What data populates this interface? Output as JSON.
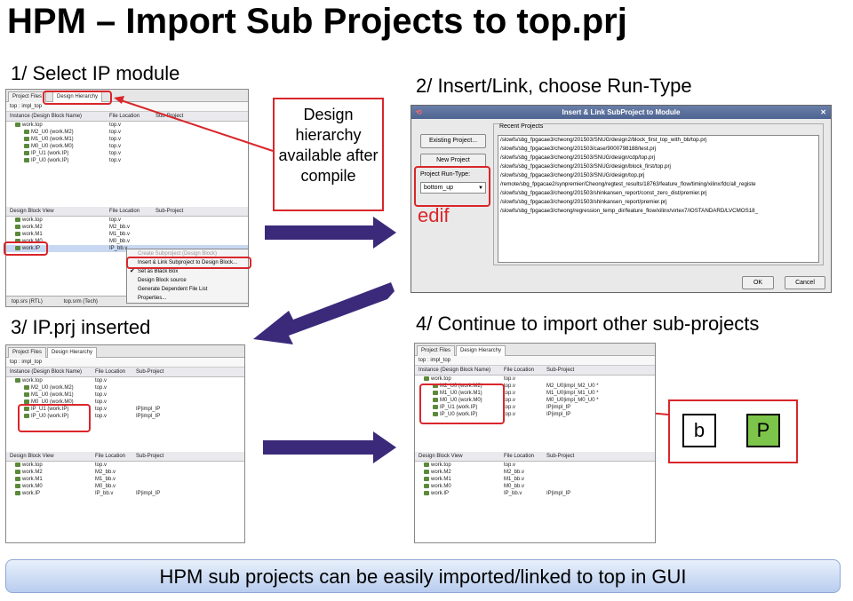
{
  "title": "HPM – Import Sub Projects to top.prj",
  "steps": {
    "s1": "1/ Select IP module",
    "s2": "2/ Insert/Link, choose Run-Type",
    "s3": "3/ IP.prj inserted",
    "s4": "4/ Continue to import other sub-projects"
  },
  "callout": "Design hierarchy available after compile",
  "edif": "edif",
  "legend": {
    "from": "b",
    "to": "P"
  },
  "banner": "HPM sub projects can be easily imported/linked to top in GUI",
  "panel": {
    "tab_files": "Project Files",
    "tab_hier": "Design Hierarchy",
    "top": "top : impl_top",
    "col_instance": "Instance (Design Block Name)",
    "col_file": "File Location",
    "col_sub": "Sub-Project",
    "col_block": "Design Block View",
    "bottom_tab1": "top.srs (RTL)",
    "bottom_tab2": "top.srm (Tech)"
  },
  "hier1": [
    {
      "name": "work.top",
      "file": "top.v",
      "sub": ""
    },
    {
      "name": "M2_U0 (work.M2)",
      "file": "top.v",
      "sub": ""
    },
    {
      "name": "M1_U0 (work.M1)",
      "file": "top.v",
      "sub": ""
    },
    {
      "name": "M0_U0 (work.M0)",
      "file": "top.v",
      "sub": ""
    },
    {
      "name": "IP_U1 (work.IP)",
      "file": "top.v",
      "sub": ""
    },
    {
      "name": "IP_U0 (work.IP)",
      "file": "top.v",
      "sub": ""
    }
  ],
  "blocks1": [
    {
      "name": "work.top",
      "file": "top.v"
    },
    {
      "name": "work.M2",
      "file": "M2_bb.v"
    },
    {
      "name": "work.M1",
      "file": "M1_bb.v"
    },
    {
      "name": "work.M0",
      "file": "M0_bb.v"
    },
    {
      "name": "work.IP",
      "file": "IP_bb.v"
    }
  ],
  "menu": [
    "Create Subproject (Design Block)",
    "Insert & Link Subproject to Design Block...",
    "Set as Black Box",
    "Design Block source",
    "Generate Dependent File List",
    "Properties..."
  ],
  "dialog": {
    "title": "Insert & Link SubProject to Module",
    "existing": "Existing Project...",
    "new": "New Project",
    "runtype_label": "Project Run-Type:",
    "runtype": "bottom_up",
    "recent": "Recent Projects",
    "ok": "OK",
    "cancel": "Cancel",
    "projects": [
      "/slowfs/sbg_fpgacae3/cheong/201503/SNUG/design2/block_first_top_with_bb/top.prj",
      "/slowfs/sbg_fpgacae3/cheong/201503/case/9000798188/test.prj",
      "/slowfs/sbg_fpgacae3/cheong/201503/SNUG/design/cdp/top.prj",
      "/slowfs/sbg_fpgacae3/cheong/201503/SNUG/design/block_first/top.prj",
      "/slowfs/sbg_fpgacae3/cheong/201503/SNUG/design/top.prj",
      "/remote/sbg_fpgacae2/synpremier/Cheong/regtest_results/18763/feature_flow/timing/xilinx/fdc/all_registe",
      "/slowfs/sbg_fpgacae3/cheong/201503/shinkansen_report/const_zero_dist/premier.prj",
      "/slowfs/sbg_fpgacae3/cheong/201503/shinkansen_report/premier.prj",
      "/slowfs/sbg_fpgacae3/cheong/regression_temp_dir/feature_flow/xilinx/virtex7/IOSTANDARD/LVCMOS18_"
    ]
  },
  "hier3": [
    {
      "name": "work.top",
      "file": "top.v",
      "sub": ""
    },
    {
      "name": "M2_U0 (work.M2)",
      "file": "top.v",
      "sub": ""
    },
    {
      "name": "M1_U0 (work.M1)",
      "file": "top.v",
      "sub": ""
    },
    {
      "name": "M0_U0 (work.M0)",
      "file": "top.v",
      "sub": ""
    },
    {
      "name": "IP_U1 (work.IP)",
      "file": "top.v",
      "sub": "IP|impl_IP"
    },
    {
      "name": "IP_U0 (work.IP)",
      "file": "top.v",
      "sub": "IP|impl_IP"
    }
  ],
  "blocks3": [
    {
      "name": "work.top",
      "file": "top.v",
      "sub": ""
    },
    {
      "name": "work.M2",
      "file": "M2_bb.v",
      "sub": ""
    },
    {
      "name": "work.M1",
      "file": "M1_bb.v",
      "sub": ""
    },
    {
      "name": "work.M0",
      "file": "M0_bb.v",
      "sub": ""
    },
    {
      "name": "work.IP",
      "file": "IP_bb.v",
      "sub": "IP|impl_IP"
    }
  ],
  "hier4": [
    {
      "name": "work.top",
      "file": "top.v",
      "sub": ""
    },
    {
      "name": "M2_U0 (work.M2)",
      "file": "top.v",
      "sub": "M2_U0|impl_M2_U0 *"
    },
    {
      "name": "M1_U0 (work.M1)",
      "file": "top.v",
      "sub": "M1_U0|impl_M1_U0 *"
    },
    {
      "name": "M0_U0 (work.M0)",
      "file": "top.v",
      "sub": "M0_U0|impl_M0_U0 *"
    },
    {
      "name": "IP_U1 (work.IP)",
      "file": "top.v",
      "sub": "IP|impl_IP"
    },
    {
      "name": "IP_U0 (work.IP)",
      "file": "top.v",
      "sub": "IP|impl_IP"
    }
  ],
  "blocks4": [
    {
      "name": "work.top",
      "file": "top.v",
      "sub": ""
    },
    {
      "name": "work.M2",
      "file": "M2_bb.v",
      "sub": ""
    },
    {
      "name": "work.M1",
      "file": "M1_bb.v",
      "sub": ""
    },
    {
      "name": "work.M0",
      "file": "M0_bb.v",
      "sub": ""
    },
    {
      "name": "work.IP",
      "file": "IP_bb.v",
      "sub": "IP|impl_IP"
    }
  ],
  "colors": {
    "accent_red": "#d9262b",
    "arrow": "#3b2a7a",
    "p_green": "#7cc44a"
  }
}
